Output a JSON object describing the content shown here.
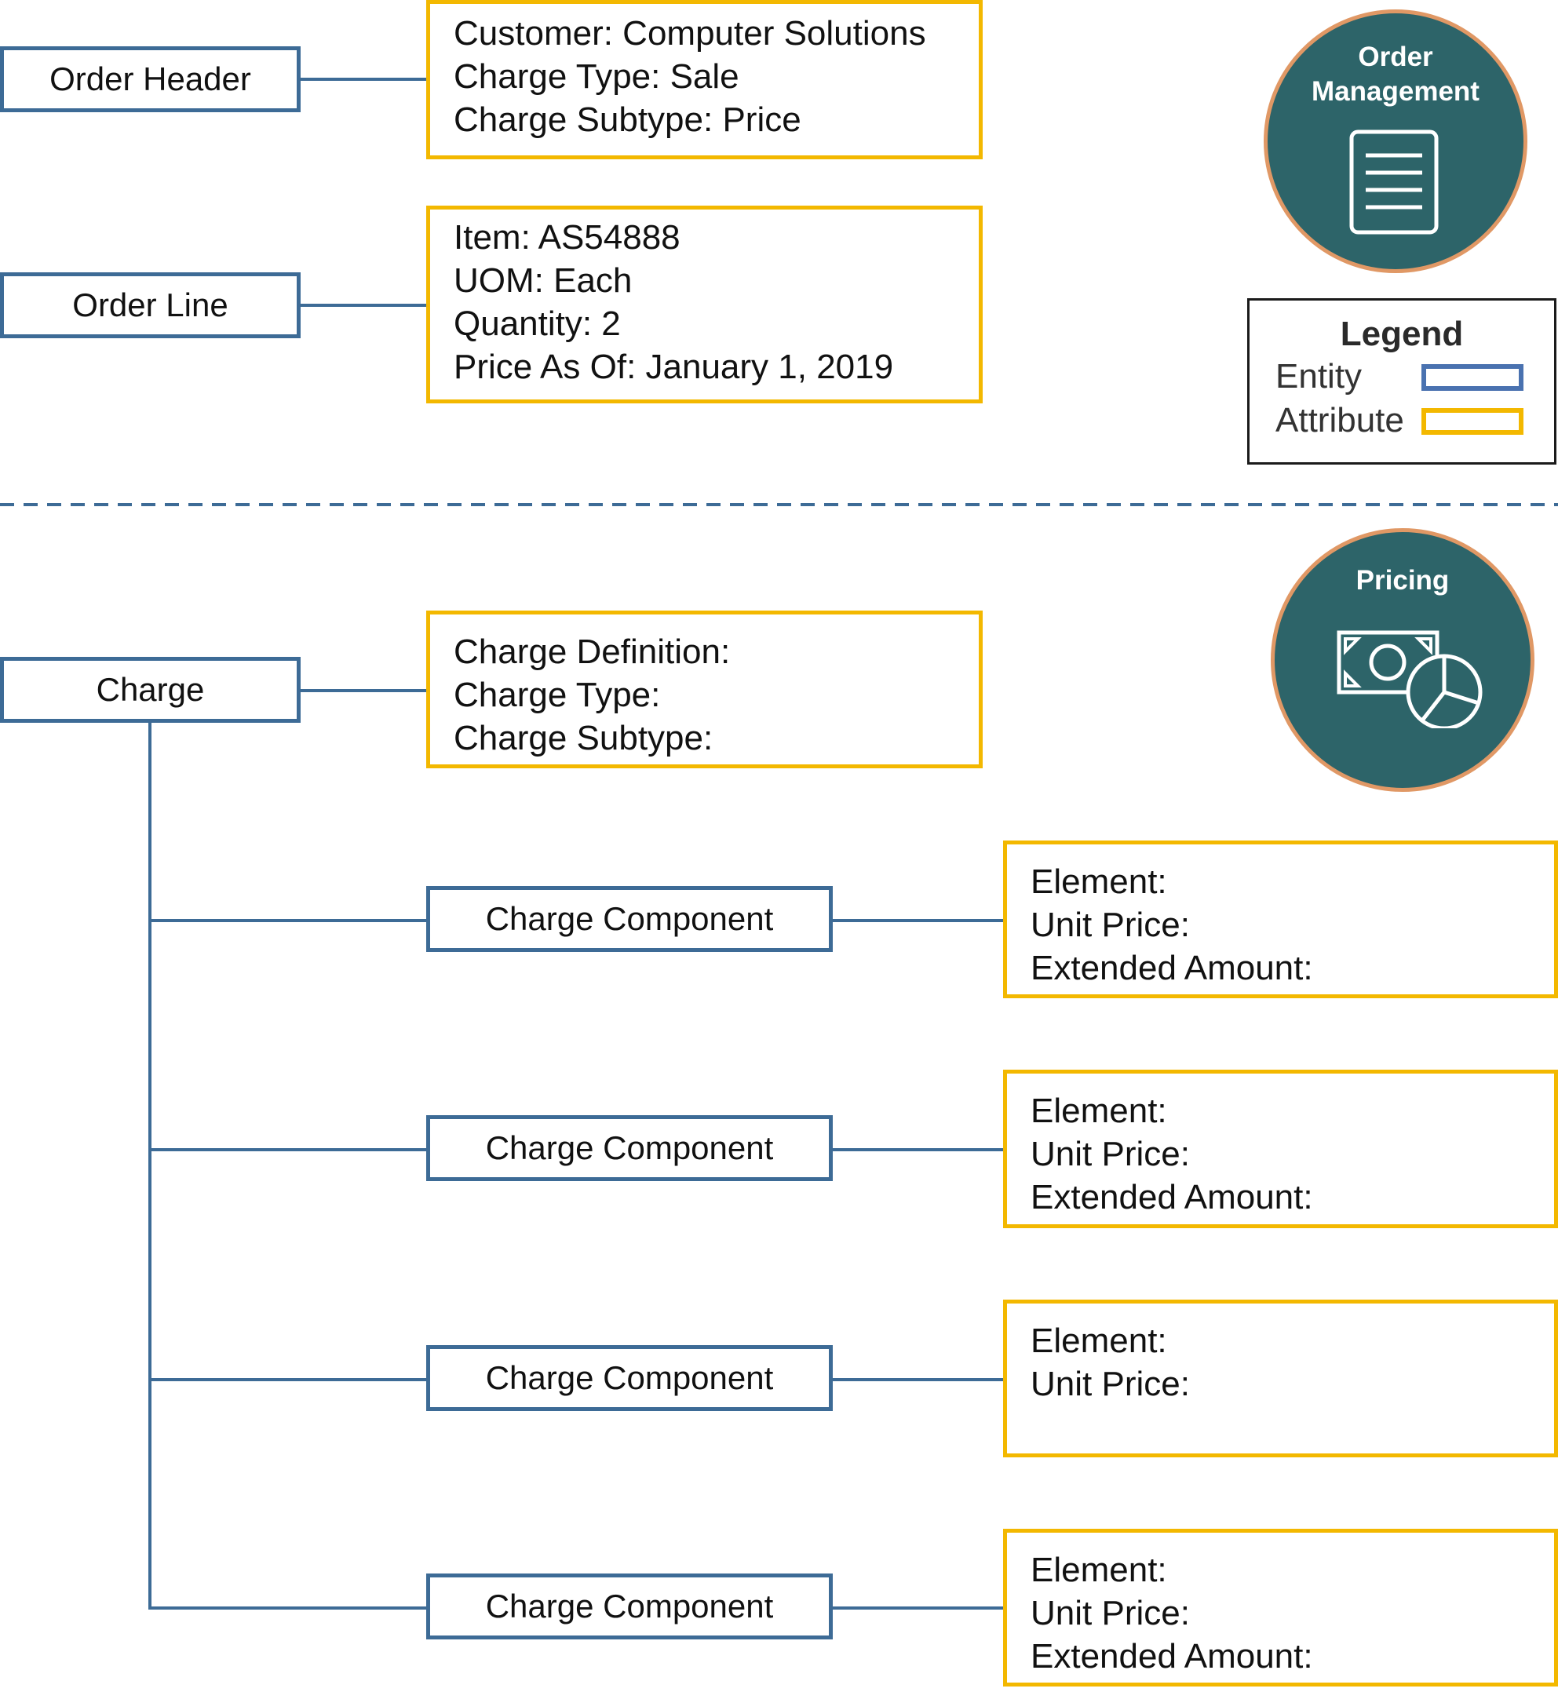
{
  "order_header": {
    "label": "Order Header",
    "attributes": [
      "Customer: Computer Solutions",
      "Charge Type: Sale",
      "Charge Subtype: Price"
    ]
  },
  "order_line": {
    "label": "Order Line",
    "attributes": [
      "Item: AS54888",
      "UOM: Each",
      "Quantity: 2",
      "Price As Of: January 1, 2019"
    ]
  },
  "order_management_badge": {
    "title_line1": "Order",
    "title_line2": "Management",
    "icon": "document-icon"
  },
  "legend": {
    "title": "Legend",
    "entity_label": "Entity",
    "attribute_label": "Attribute",
    "entity_color": "#4a72b0",
    "attribute_color": "#f3b800"
  },
  "pricing_badge": {
    "title": "Pricing",
    "icon": "money-pie-chart-icon"
  },
  "charge": {
    "label": "Charge",
    "attributes": [
      "Charge Definition:",
      "Charge Type:",
      "Charge Subtype:"
    ]
  },
  "charge_components": [
    {
      "label": "Charge Component",
      "attributes": [
        "Element:",
        "Unit Price:",
        "Extended Amount:"
      ]
    },
    {
      "label": "Charge Component",
      "attributes": [
        "Element:",
        "Unit Price:",
        "Extended Amount:"
      ]
    },
    {
      "label": "Charge Component",
      "attributes": [
        "Element:",
        "Unit Price:"
      ]
    },
    {
      "label": "Charge Component",
      "attributes": [
        "Element:",
        "Unit Price:",
        "Extended Amount:"
      ]
    }
  ],
  "colors": {
    "entity_border": "#3d6b96",
    "attribute_border": "#f3b800",
    "badge_fill": "#2d6469",
    "badge_ring": "#e09865",
    "divider": "#3d6b96"
  }
}
